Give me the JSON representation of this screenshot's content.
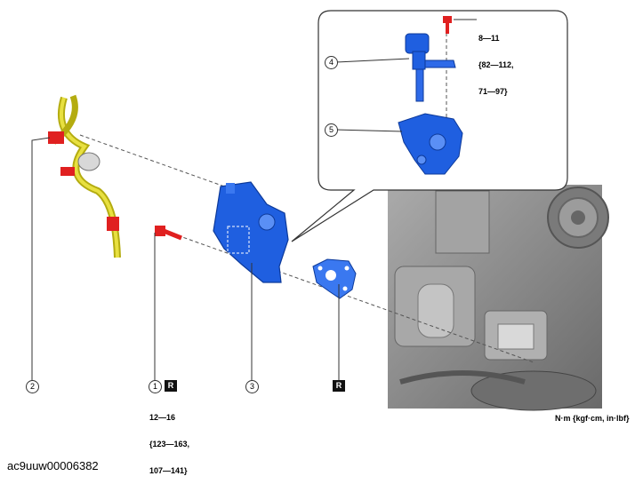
{
  "callouts": {
    "c1": "1",
    "c2": "2",
    "c3": "3",
    "c4": "4",
    "c5": "5",
    "replace_mark": "R"
  },
  "torque": {
    "bolt1": [
      "12—16",
      "{123—163,",
      "107—141}"
    ],
    "bolt_top": [
      "8—11",
      "{82—112,",
      "71—97}"
    ]
  },
  "units": "N·m {kgf·cm, in·lbf}",
  "doc_id": "ac9uuw00006382",
  "colors": {
    "part_blue": "#1f5fe0",
    "bolt_red": "#e02020",
    "hose_yellow": "#c8c020",
    "engine_gray": "#9a9a9a"
  }
}
